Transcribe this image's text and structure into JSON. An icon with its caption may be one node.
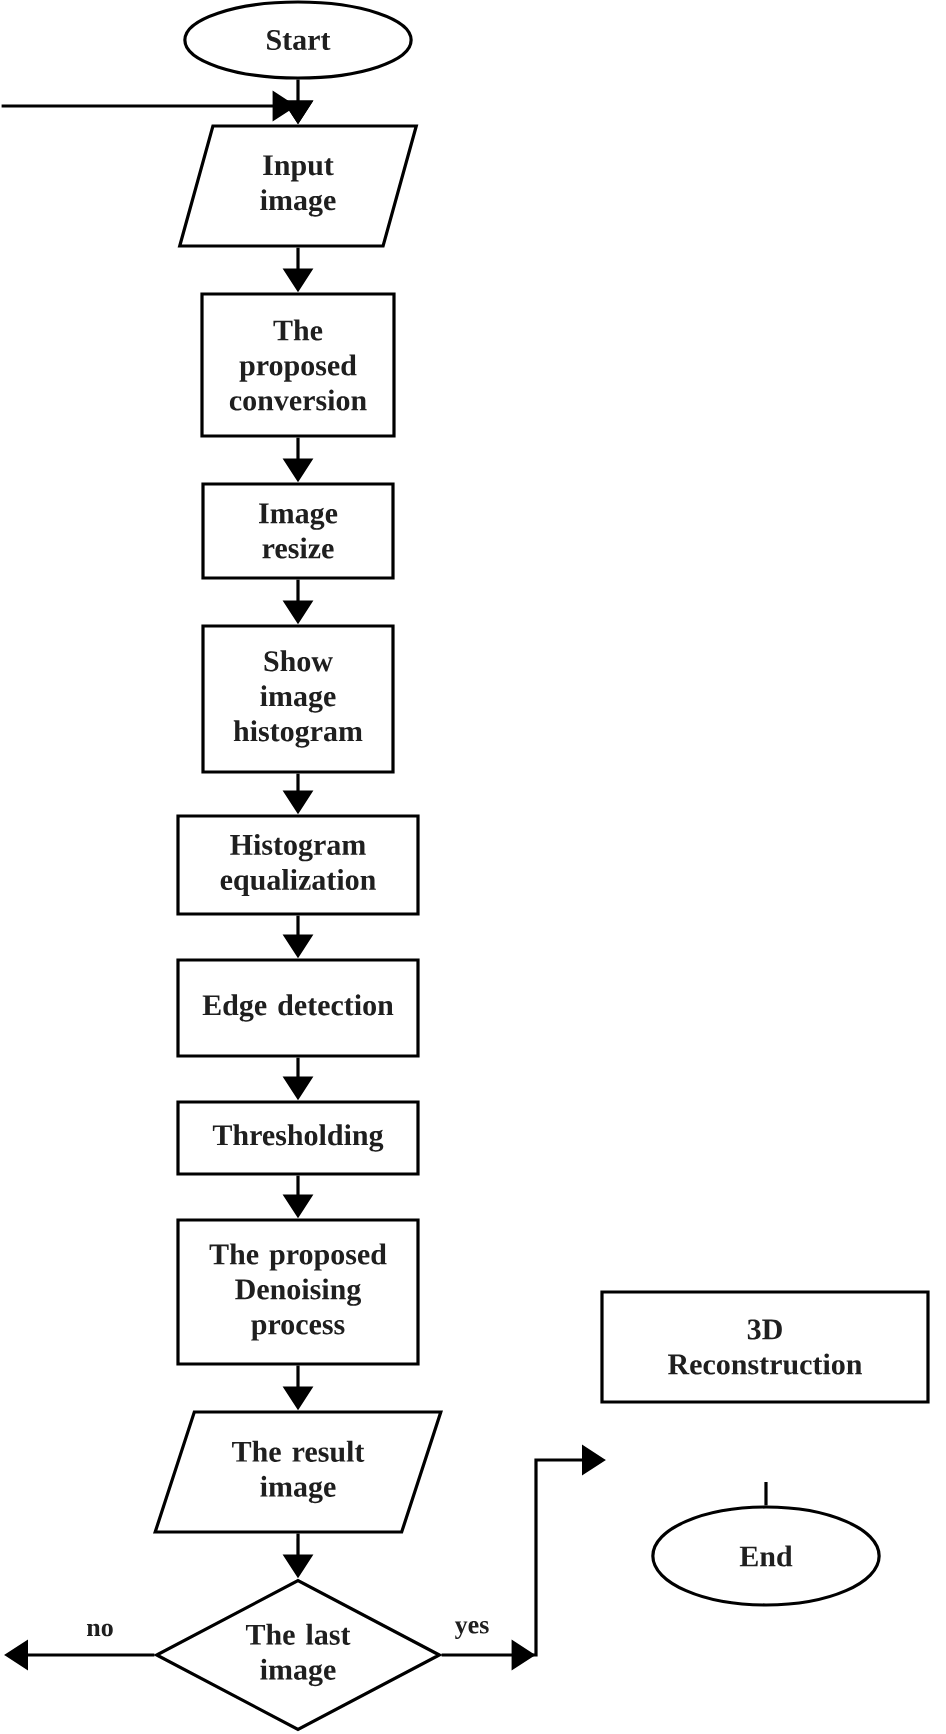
{
  "diagram": {
    "nodes": [
      {
        "text": [
          "Start"
        ]
      },
      {
        "text": [
          "Input image"
        ]
      },
      {
        "text": [
          "The proposed conversion"
        ]
      },
      {
        "text": [
          "Image resize"
        ]
      },
      {
        "text": [
          "Show image histogram"
        ]
      },
      {
        "text": [
          "Histogram equalization"
        ]
      },
      {
        "text": [
          "Edge detection"
        ]
      },
      {
        "text": [
          "Thresholding"
        ]
      },
      {
        "text": [
          "The proposed Denoising process"
        ]
      },
      {
        "text": [
          "The result image"
        ]
      },
      {
        "text": [
          "The last image"
        ]
      },
      {
        "text": [
          "3D Reconstruction"
        ]
      },
      {
        "text": [
          "End"
        ]
      }
    ],
    "edges": [
      {
        "from": 0,
        "to": 1,
        "arrow": "to"
      },
      {
        "from": null,
        "to": 1,
        "arrow": "to"
      },
      {
        "from": 1,
        "to": 2,
        "arrow": "to"
      },
      {
        "from": 2,
        "to": 3,
        "arrow": "to"
      },
      {
        "from": 3,
        "to": 4,
        "arrow": "to"
      },
      {
        "from": 4,
        "to": 5,
        "arrow": "to"
      },
      {
        "from": 5,
        "to": 6,
        "arrow": "to"
      },
      {
        "from": 6,
        "to": 7,
        "arrow": "to"
      },
      {
        "from": 7,
        "to": 8,
        "arrow": "to"
      },
      {
        "from": 8,
        "to": 9,
        "arrow": "to"
      },
      {
        "from": 9,
        "to": 10,
        "arrow": "to"
      },
      {
        "from": 10,
        "to": null,
        "arrow": "to",
        "label": "no"
      },
      {
        "from": 10,
        "to": null,
        "arrow": "to",
        "label": "yes"
      },
      {
        "from": null,
        "to": 12,
        "arrow": "none"
      }
    ]
  }
}
